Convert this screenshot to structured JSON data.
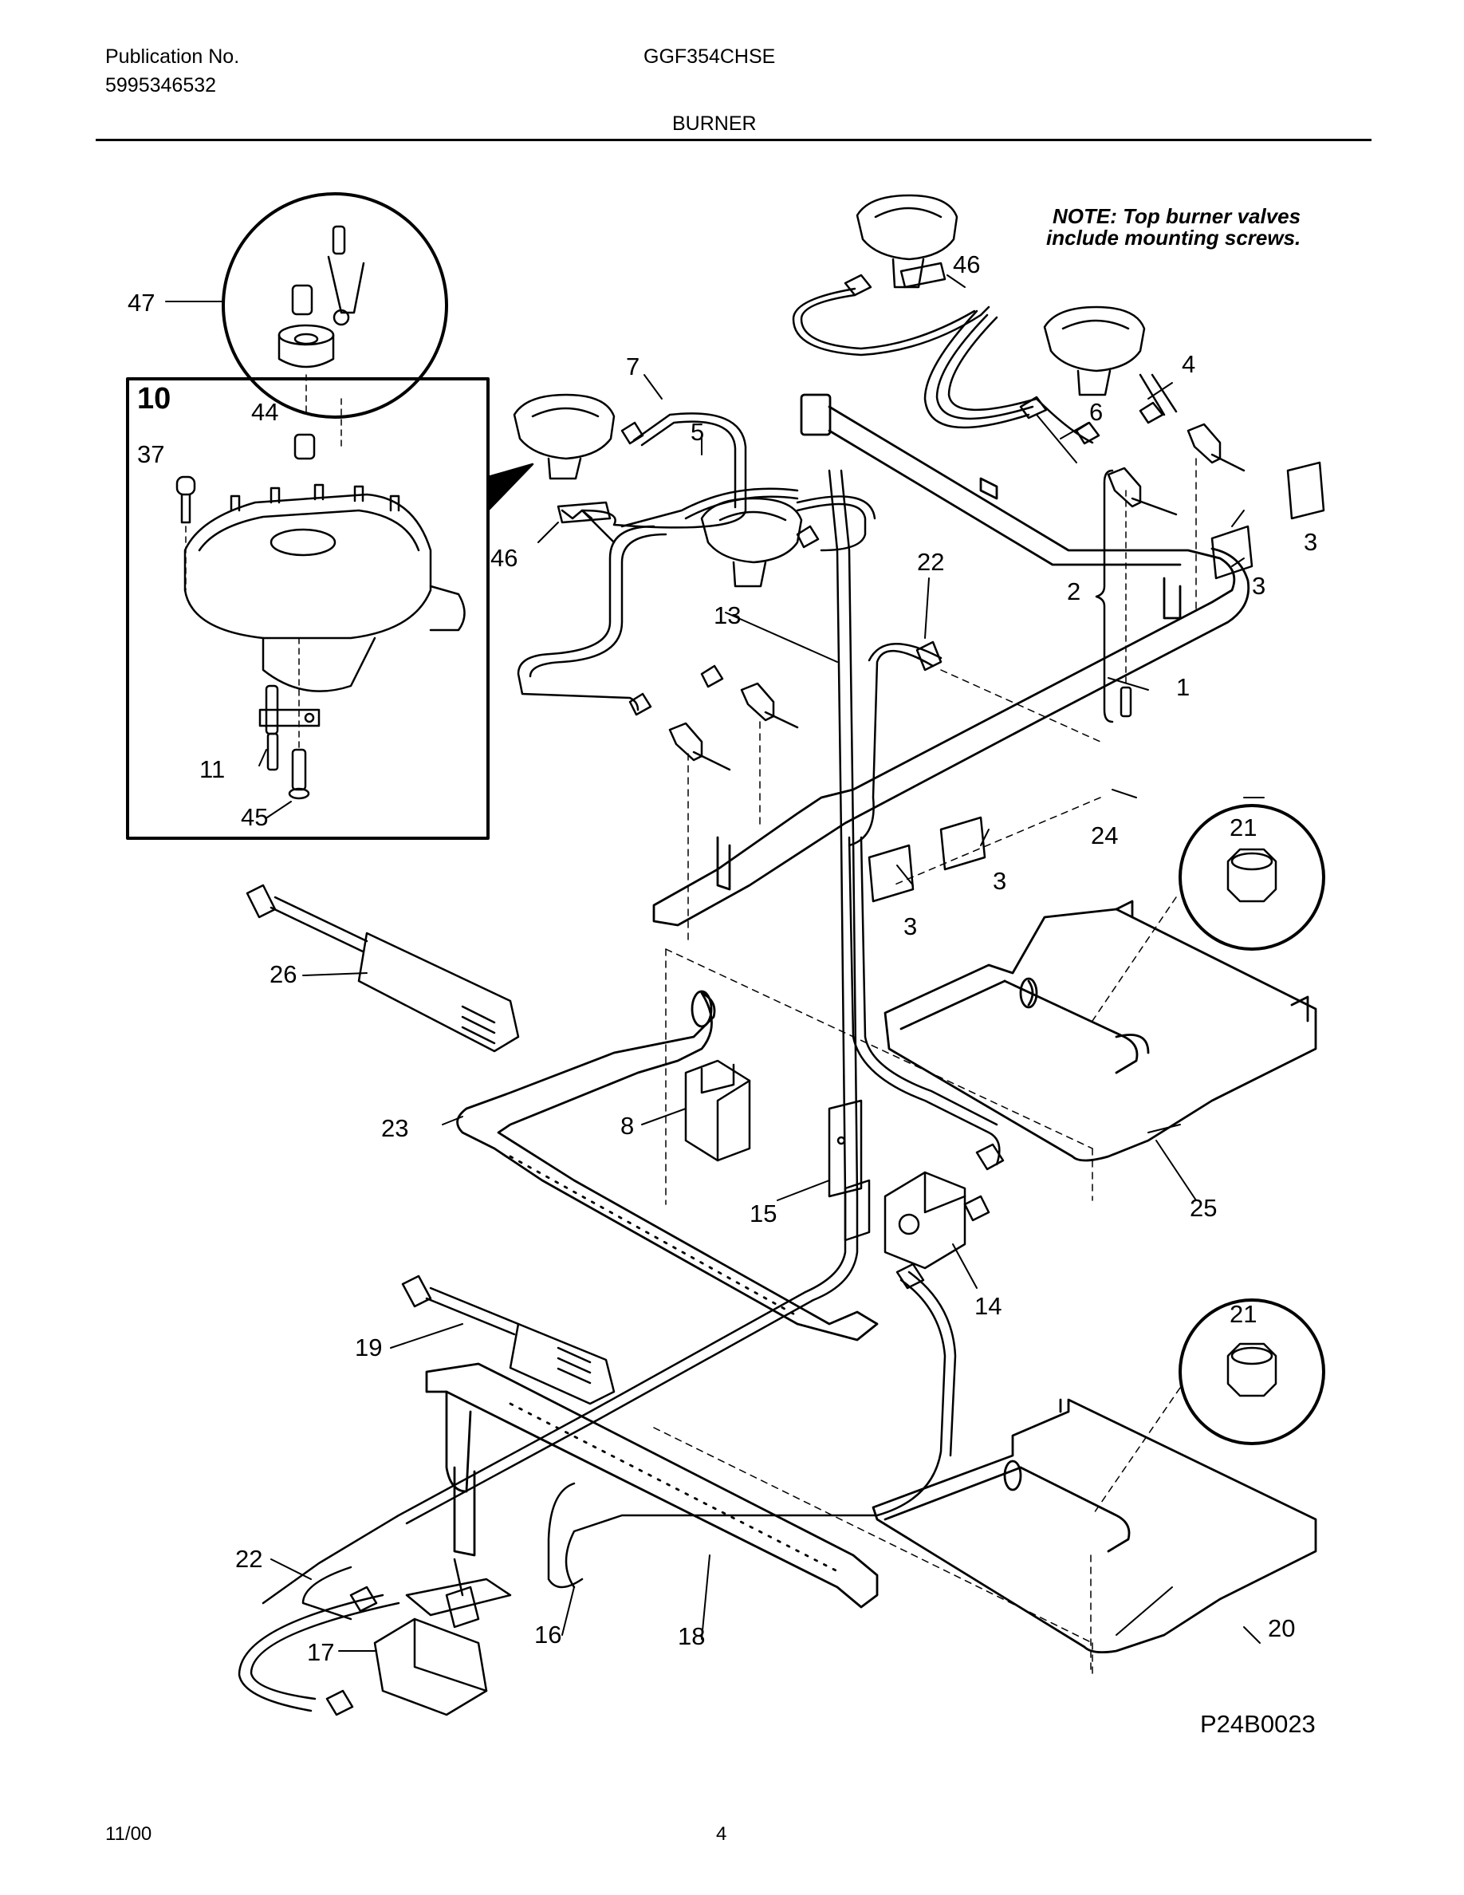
{
  "header": {
    "publication_label": "Publication No.",
    "publication_number": "5995346532",
    "model": "GGF354CHSE",
    "section": "BURNER"
  },
  "note": {
    "line1": "NOTE: Top burner valves",
    "line2": "include mounting screws."
  },
  "inset": {
    "number": "10"
  },
  "callouts": {
    "c47": "47",
    "c44": "44",
    "c37": "37",
    "c11": "11",
    "c45": "45",
    "c7": "7",
    "c5": "5",
    "c46a": "46",
    "c46b": "46",
    "c4": "4",
    "c6": "6",
    "c3a": "3",
    "c3b": "3",
    "c3c": "3",
    "c3d": "3",
    "c2": "2",
    "c1": "1",
    "c22a": "22",
    "c13": "13",
    "c24": "24",
    "c21a": "21",
    "c21b": "21",
    "c26": "26",
    "c23": "23",
    "c8": "8",
    "c15": "15",
    "c14": "14",
    "c25": "25",
    "c19": "19",
    "c22b": "22",
    "c16": "16",
    "c18": "18",
    "c17": "17",
    "c20": "20"
  },
  "diagram_ref": "P24B0023",
  "footer": {
    "date": "11/00",
    "page": "4"
  }
}
